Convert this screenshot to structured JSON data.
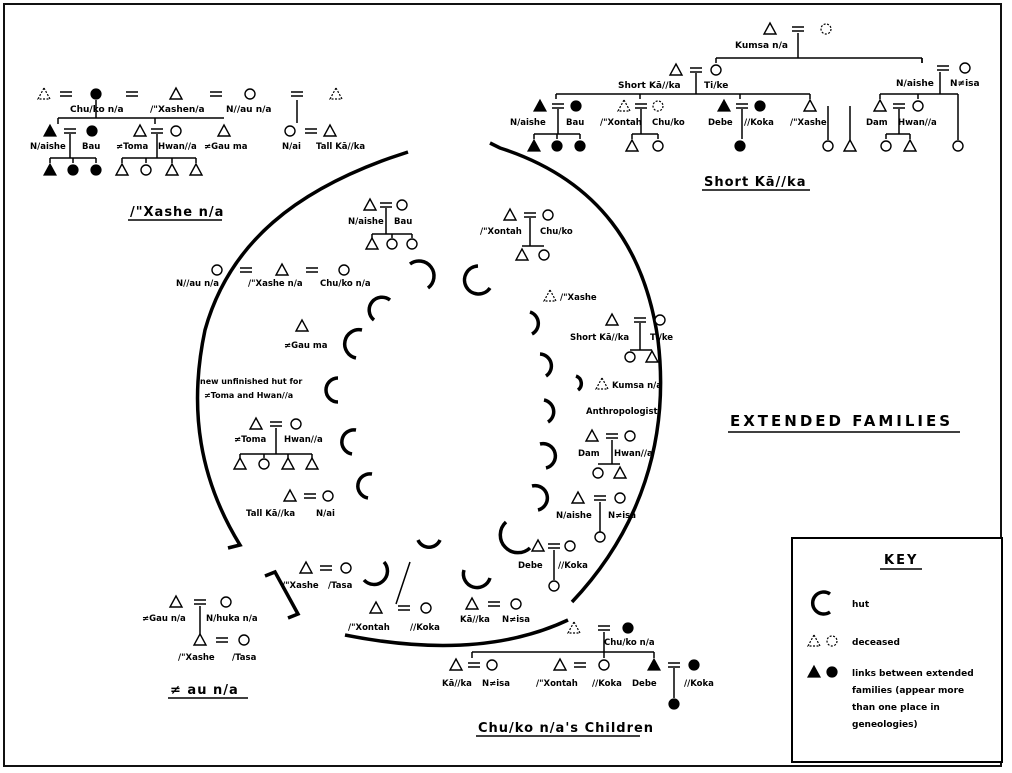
{
  "diagram_title": "EXTENDED FAMILIES",
  "group_titles": {
    "xashe": "/\"Xashe n/a",
    "short_kaka": "Short Kā//ka",
    "au_na": "≠ au n/a",
    "chuko_children": "Chu/ko n/a's Children"
  },
  "key": {
    "title": "KEY",
    "hut": "hut",
    "deceased": "deceased",
    "links": "links between extended families (appear more than one place in geneologies)",
    "links_lines": [
      "links between extended",
      "families (appear more",
      "than one place in",
      "geneologies)"
    ]
  },
  "labels": {
    "tl_chuko": "Chu/ko n/a",
    "tl_xashe": "/\"Xashen/a",
    "tl_nau": "N//au n/a",
    "tl_naishe": "N/aishe",
    "tl_bau": "Bau",
    "tl_toma": "≠Toma",
    "tl_hwan": "Hwan//a",
    "tl_gau": "≠Gau ma",
    "tl_nai": "N/ai",
    "tl_tall": "Tall Kā//ka",
    "tr_kumsa": "Kumsa n/a",
    "tr_short": "Short Kā//ka",
    "tr_tike": "Ti/ke",
    "tr_naishe": "N/aishe",
    "tr_nisa": "N≠isa",
    "tr_naishe2": "N/aishe",
    "tr_bau": "Bau",
    "tr_xontah": "/\"Xontah",
    "tr_chuko": "Chu/ko",
    "tr_debe": "Debe",
    "tr_koka": "//Koka",
    "tr_xashe": "/\"Xashe",
    "tr_dam": "Dam",
    "tr_hwan": "Hwan//a",
    "c_naishe": "N/aishe",
    "c_bau": "Bau",
    "c_xontah": "/\"Xontah",
    "c_chuko": "Chu/ko",
    "c_nau": "N//au n/a",
    "c_xashe": "/\"Xashe n/a",
    "c_chukona": "Chu/ko n/a",
    "c_xashe2": "/\"Xashe",
    "c_short": "Short Kā//ka",
    "c_tike": "Ti/ke",
    "c_gau": "≠Gau ma",
    "c_newhut": "new unfinished hut for",
    "c_newhut2": "≠Toma and Hwan//a",
    "c_kumsa": "Kumsa n/a",
    "c_anthro": "Anthropologist",
    "c_toma": "≠Toma",
    "c_hwan": "Hwan//a",
    "c_dam": "Dam",
    "c_hwan2": "Hwan//a",
    "c_tall": "Tall Kā//ka",
    "c_nai": "N/ai",
    "c_naishe2": "N/aishe",
    "c_nisa": "N≠isa",
    "c_debe": "Debe",
    "c_koka": "//Koka",
    "c_xashe3": "/\"Xashe",
    "c_tasa": "/Tasa",
    "c_xontah2": "/\"Xontah",
    "c_koka2": "//Koka",
    "c_kaka": "Kā//ka",
    "c_nisa2": "N≠isa",
    "bl_gau": "≠Gau n/a",
    "bl_nhuka": "N/huka n/a",
    "bl_xashe": "/\"Xashe",
    "bl_tasa": "/Tasa",
    "br_chuko": "Chu/ko n/a",
    "br_kaka": "Kā//ka",
    "br_nisa": "N≠isa",
    "br_xontah": "/\"Xontah",
    "br_koka": "//Koka",
    "br_debe": "Debe",
    "br_koka2": "//Koka"
  }
}
